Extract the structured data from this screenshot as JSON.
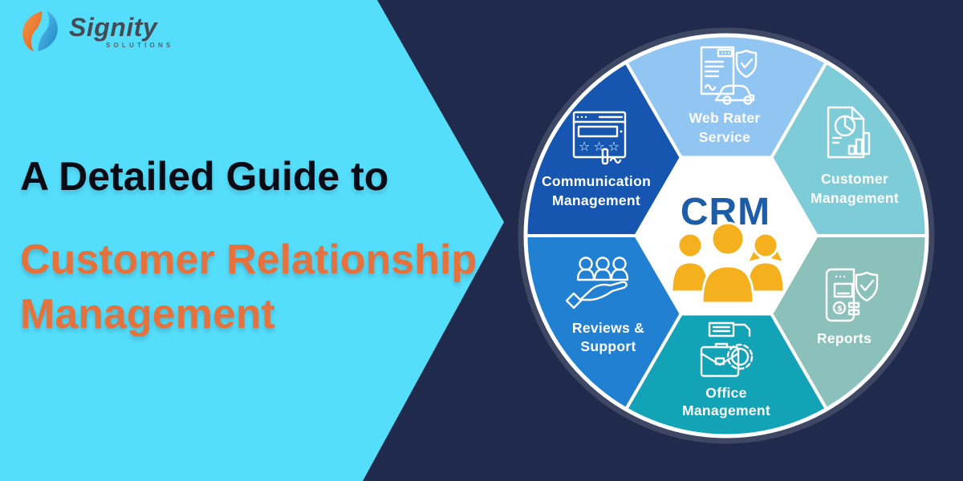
{
  "brand": {
    "name": "Signity",
    "subtitle": "SOLUTIONS",
    "logo_orange": "#E8701F",
    "logo_blue": "#2196D4"
  },
  "title": {
    "line1": "A Detailed Guide to",
    "line2": "Customer Relationship",
    "line3": "Management"
  },
  "colors": {
    "left_panel_bg": "#55DEFB",
    "right_panel_bg": "#1F2A4C",
    "title_dark": "#0A0B14",
    "title_orange": "#E5713C",
    "crm_blue": "#1D5CA7",
    "people_yellow": "#F4B11D",
    "segment_divider": "#FFFFFF"
  },
  "diagram": {
    "center": {
      "label": "CRM",
      "icon": "people-group-icon"
    },
    "segments": [
      {
        "id": "web-rater-service",
        "lines": [
          "Web Rater",
          "Service"
        ],
        "color": "#92C6F2",
        "icon": "policy-document-shield-car-icon"
      },
      {
        "id": "customer-management",
        "lines": [
          "Customer",
          "Management"
        ],
        "color": "#7FCCD9",
        "icon": "analytics-document-icon"
      },
      {
        "id": "reports",
        "lines": [
          "Reports"
        ],
        "color": "#8BC1BA",
        "icon": "invoice-shield-check-icon"
      },
      {
        "id": "office-management",
        "lines": [
          "Office",
          "Management"
        ],
        "color": "#13A3B7",
        "icon": "briefcase-gear-icon"
      },
      {
        "id": "reviews-support",
        "lines": [
          "Reviews &",
          "Support"
        ],
        "color": "#2280D3",
        "icon": "people-on-hand-icon"
      },
      {
        "id": "communication-management",
        "lines": [
          "Communication",
          "Management"
        ],
        "color": "#1656B1",
        "icon": "browser-stars-pen-icon"
      }
    ]
  }
}
